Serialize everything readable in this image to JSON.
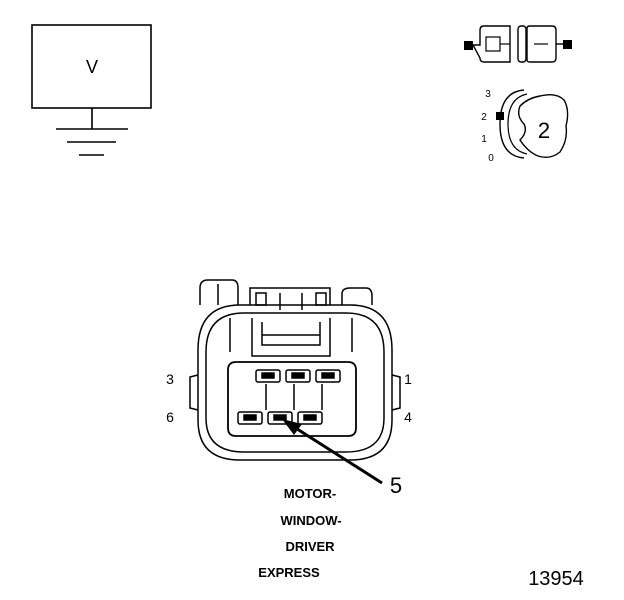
{
  "meter": {
    "symbol": "V"
  },
  "selector": {
    "positions": [
      "3",
      "2",
      "1",
      "0"
    ],
    "selected": "2"
  },
  "connector": {
    "pin_labels": {
      "top_left": "3",
      "top_right": "1",
      "bottom_left": "6",
      "bottom_right": "4"
    },
    "callout": "5",
    "name_lines": [
      "MOTOR-",
      "WINDOW-",
      "DRIVER",
      "EXPRESS"
    ]
  },
  "figure_number": "13954"
}
